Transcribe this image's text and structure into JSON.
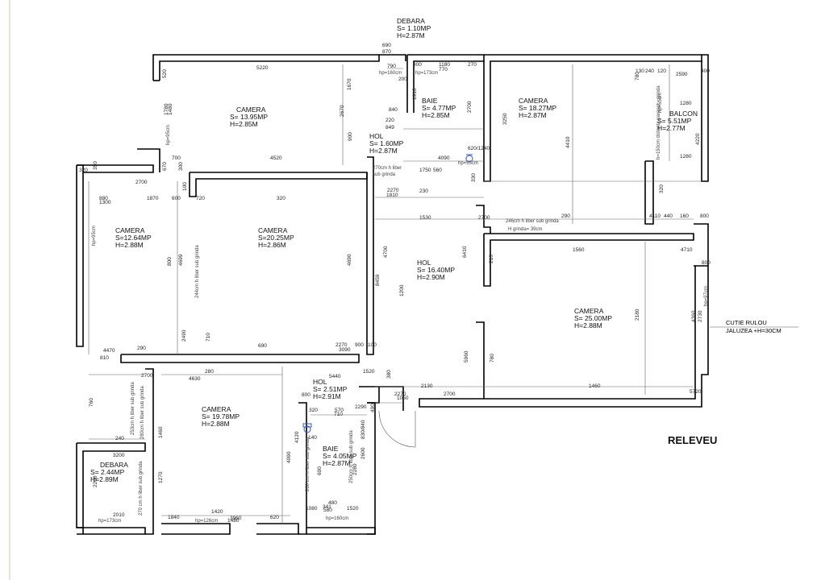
{
  "title": "RELEVEU",
  "note_box": [
    "CUTIE RULOU",
    "JALUZEA +H=30CM"
  ],
  "rooms": [
    {
      "id": "debara-top",
      "name": "DEBARA",
      "area": "S= 1.10MP",
      "height": "H=2.87M"
    },
    {
      "id": "camera-nw",
      "name": "CAMERA",
      "area": "S= 13.95MP",
      "height": "H=2.85M"
    },
    {
      "id": "baie-top",
      "name": "BAIE",
      "area": "S= 4.77MP",
      "height": "H=2.85M"
    },
    {
      "id": "camera-ne",
      "name": "CAMERA",
      "area": "S= 18.27MP",
      "height": "H=2.87M"
    },
    {
      "id": "balcon",
      "name": "BALCON",
      "area": "S= 5.51MP",
      "height": "H=2.77M"
    },
    {
      "id": "hol-small",
      "name": "HOL",
      "area": "S= 1.60MP",
      "height": "H=2.87M"
    },
    {
      "id": "camera-w",
      "name": "CAMERA",
      "area": "S=12.64MP",
      "height": "H=2.88M"
    },
    {
      "id": "camera-center",
      "name": "CAMERA",
      "area": "S=20.25MP",
      "height": "H=2.86M"
    },
    {
      "id": "hol-main",
      "name": "HOL",
      "area": "S= 16.40MP",
      "height": "H=2.90M"
    },
    {
      "id": "camera-se",
      "name": "CAMERA",
      "area": "S= 25.00MP",
      "height": "H=2.88M"
    },
    {
      "id": "hol-lower",
      "name": "HOL",
      "area": "S= 2.51MP",
      "height": "H=2.91M"
    },
    {
      "id": "camera-sw",
      "name": "CAMERA",
      "area": "S= 19.78MP",
      "height": "H=2.88M"
    },
    {
      "id": "baie-bottom",
      "name": "BAIE",
      "area": "S= 4.05MP",
      "height": "H=2.87M"
    },
    {
      "id": "debara-bottom",
      "name": "DEBARA",
      "area": "S= 2.44MP",
      "height": "H=2.89M"
    }
  ],
  "dimensions": [
    "690",
    "870",
    "790",
    "200",
    "300",
    "1180",
    "770",
    "270",
    "5220",
    "520",
    "1670",
    "840",
    "220",
    "849",
    "2670",
    "1910",
    "2700",
    "3250",
    "4410",
    "780",
    "130",
    "240",
    "120",
    "2590",
    "400",
    "1280",
    "4220",
    "1280",
    "1780",
    "1480",
    "900",
    "2700",
    "4520",
    "700",
    "670",
    "300",
    "320",
    "350",
    "100",
    "720",
    "320",
    "4090",
    "1750",
    "560",
    "620/1240",
    "330",
    "230",
    "1810",
    "2270",
    "880",
    "1300",
    "1870",
    "600",
    "800",
    "4699",
    "4690",
    "4700",
    "8459",
    "6410",
    "1530",
    "2700",
    "290",
    "4110",
    "440",
    "160",
    "800",
    "320",
    "1560",
    "4710",
    "800",
    "210",
    "1200",
    "5960",
    "2180",
    "4360",
    "2730",
    "4470",
    "810",
    "2490",
    "710",
    "690",
    "3090",
    "2270",
    "900",
    "100",
    "290",
    "2700",
    "280",
    "4630",
    "5440",
    "1520",
    "380",
    "2270",
    "1050",
    "2130",
    "2700",
    "1460",
    "5720",
    "800",
    "140",
    "320",
    "570",
    "710",
    "2290",
    "240",
    "1460",
    "4120",
    "4090",
    "3200",
    "1270",
    "2200",
    "1840",
    "1420",
    "3960",
    "1480",
    "620",
    "1080",
    "341",
    "580",
    "480",
    "1520",
    "600",
    "2280",
    "2600",
    "830/840",
    "760",
    "2010",
    "490",
    "780",
    "2140"
  ],
  "notes": [
    "hp=160cm",
    "hp=173cm",
    "hp=55cm",
    "hp=55cm",
    "270cm h liber",
    "sub grinda",
    "246cm h liber sub grinda",
    "H grinda= 39cm",
    "244cm h liber sub grinda",
    "h=150cm distanta parapet - grinda",
    "hp=173cm",
    "hp=126cm",
    "hp=160cm",
    "253cm h liber sub grinda",
    "280cm h liber sub grinda",
    "270 cm h liber sub grinda",
    "260 cm h liber sub grinda",
    "250cm h liber sub grinda",
    "hp=97cm",
    "hp=95cm",
    "hp=95cm"
  ],
  "symbols": [
    "wc-icon",
    "wc-icon"
  ]
}
